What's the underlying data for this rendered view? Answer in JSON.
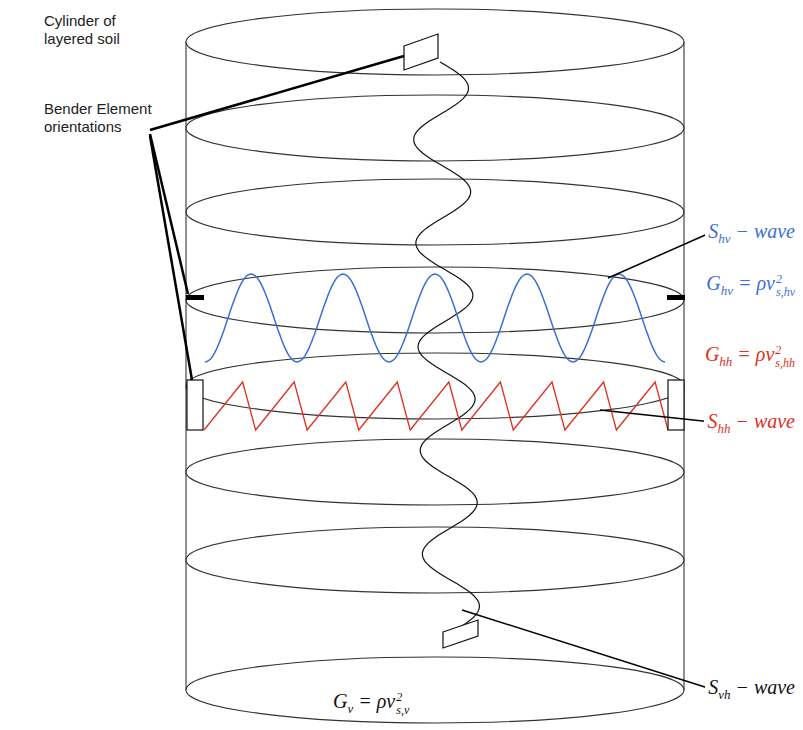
{
  "diagram": {
    "labels": [
      "Cylinder of layered soil",
      "Bender Element orientations",
      "S",
      "hv",
      "− wave",
      "G",
      "hv",
      "= ρv",
      "2",
      "s,hv",
      "G",
      "hh",
      "= ρv",
      "2",
      "s,hh",
      "S",
      "hh",
      "− wave",
      "S",
      "vh",
      "− wave",
      "G",
      "v",
      "= ρv",
      "2",
      "s,v"
    ]
  }
}
